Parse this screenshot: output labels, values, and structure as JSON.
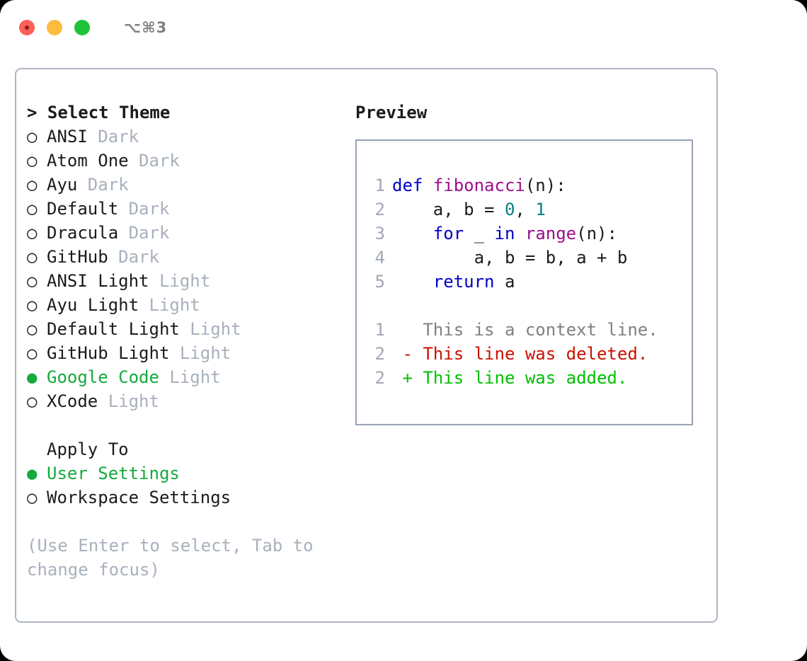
{
  "titlebar": {
    "shortcut": "⌥⌘3",
    "lights": [
      "close-light",
      "minimize-light",
      "zoom-light"
    ]
  },
  "left": {
    "heading": "> Select Theme",
    "themes": [
      {
        "marker": "○",
        "name": "ANSI",
        "tag": "Dark",
        "selected": false
      },
      {
        "marker": "○",
        "name": "Atom One",
        "tag": "Dark",
        "selected": false
      },
      {
        "marker": "○",
        "name": "Ayu",
        "tag": "Dark",
        "selected": false
      },
      {
        "marker": "○",
        "name": "Default",
        "tag": "Dark",
        "selected": false
      },
      {
        "marker": "○",
        "name": "Dracula",
        "tag": "Dark",
        "selected": false
      },
      {
        "marker": "○",
        "name": "GitHub",
        "tag": "Dark",
        "selected": false
      },
      {
        "marker": "○",
        "name": "ANSI Light",
        "tag": "Light",
        "selected": false
      },
      {
        "marker": "○",
        "name": "Ayu Light",
        "tag": "Light",
        "selected": false
      },
      {
        "marker": "○",
        "name": "Default Light",
        "tag": "Light",
        "selected": false
      },
      {
        "marker": "○",
        "name": "GitHub Light",
        "tag": "Light",
        "selected": false
      },
      {
        "marker": "●",
        "name": "Google Code",
        "tag": "Light",
        "selected": true
      },
      {
        "marker": "○",
        "name": "XCode",
        "tag": "Light",
        "selected": false
      }
    ],
    "apply_to_heading": "Apply To",
    "apply_to": [
      {
        "marker": "●",
        "name": "User Settings",
        "tag": "",
        "selected": true
      },
      {
        "marker": "○",
        "name": "Workspace Settings",
        "tag": "",
        "selected": false
      }
    ],
    "help_text": "(Use Enter to select, Tab to\nchange focus)"
  },
  "right": {
    "preview_title": "Preview",
    "code_lines": [
      {
        "n": "1",
        "tokens": [
          {
            "t": "def ",
            "c": "kw"
          },
          {
            "t": "fibonacci",
            "c": "fn"
          },
          {
            "t": "(n):",
            "c": "plain"
          }
        ]
      },
      {
        "n": "2",
        "tokens": [
          {
            "t": "    a, b = ",
            "c": "plain"
          },
          {
            "t": "0",
            "c": "num"
          },
          {
            "t": ", ",
            "c": "plain"
          },
          {
            "t": "1",
            "c": "num"
          }
        ]
      },
      {
        "n": "3",
        "tokens": [
          {
            "t": "    ",
            "c": "plain"
          },
          {
            "t": "for",
            "c": "kw"
          },
          {
            "t": " _ ",
            "c": "plain"
          },
          {
            "t": "in",
            "c": "kw"
          },
          {
            "t": " ",
            "c": "plain"
          },
          {
            "t": "range",
            "c": "fn"
          },
          {
            "t": "(n):",
            "c": "plain"
          }
        ]
      },
      {
        "n": "4",
        "tokens": [
          {
            "t": "        a, b = b, a + b",
            "c": "plain"
          }
        ]
      },
      {
        "n": "5",
        "tokens": [
          {
            "t": "    ",
            "c": "plain"
          },
          {
            "t": "return",
            "c": "kw"
          },
          {
            "t": " a",
            "c": "plain"
          }
        ]
      }
    ],
    "diff_lines": [
      {
        "n": "1",
        "sign": " ",
        "text": "This is a context line.",
        "kind": "context"
      },
      {
        "n": "2",
        "sign": "-",
        "text": "This line was deleted.",
        "kind": "deleted"
      },
      {
        "n": "2",
        "sign": "+",
        "text": "This line was added.",
        "kind": "added"
      }
    ]
  },
  "colors": {
    "accent_green": "#14aa3c",
    "tag_gray": "#a8b0bc",
    "keyword_blue": "#0000c8",
    "function_magenta": "#9b0f8c",
    "number_teal": "#008080",
    "diff_deleted": "#cc1100",
    "diff_added": "#00c000",
    "card_border": "#aeb6c2",
    "preview_border": "#98a2b3"
  }
}
